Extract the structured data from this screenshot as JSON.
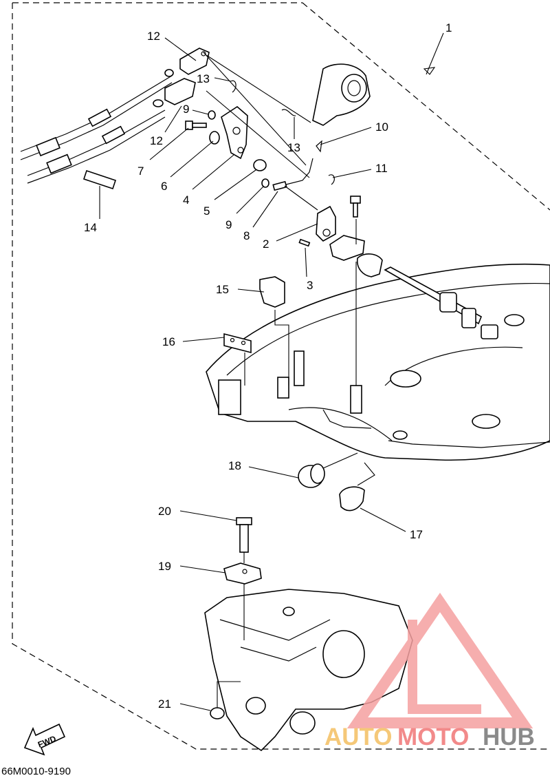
{
  "diagram": {
    "document_code": "66M0010-9190",
    "direction_indicator": "FWD",
    "callouts": [
      "1",
      "2",
      "3",
      "4",
      "5",
      "6",
      "7",
      "8",
      "9",
      "9",
      "10",
      "11",
      "12",
      "12",
      "13",
      "13",
      "14",
      "15",
      "16",
      "17",
      "18",
      "19",
      "20",
      "21"
    ]
  },
  "watermark": {
    "text_part1": "AUTO",
    "text_part2": "MOTO",
    "text_part3": "HUB",
    "colors": {
      "part1": "#f5c878",
      "part2": "#f28a8a",
      "part3": "#8a8a8a",
      "logo": "#f5a0a0"
    }
  }
}
